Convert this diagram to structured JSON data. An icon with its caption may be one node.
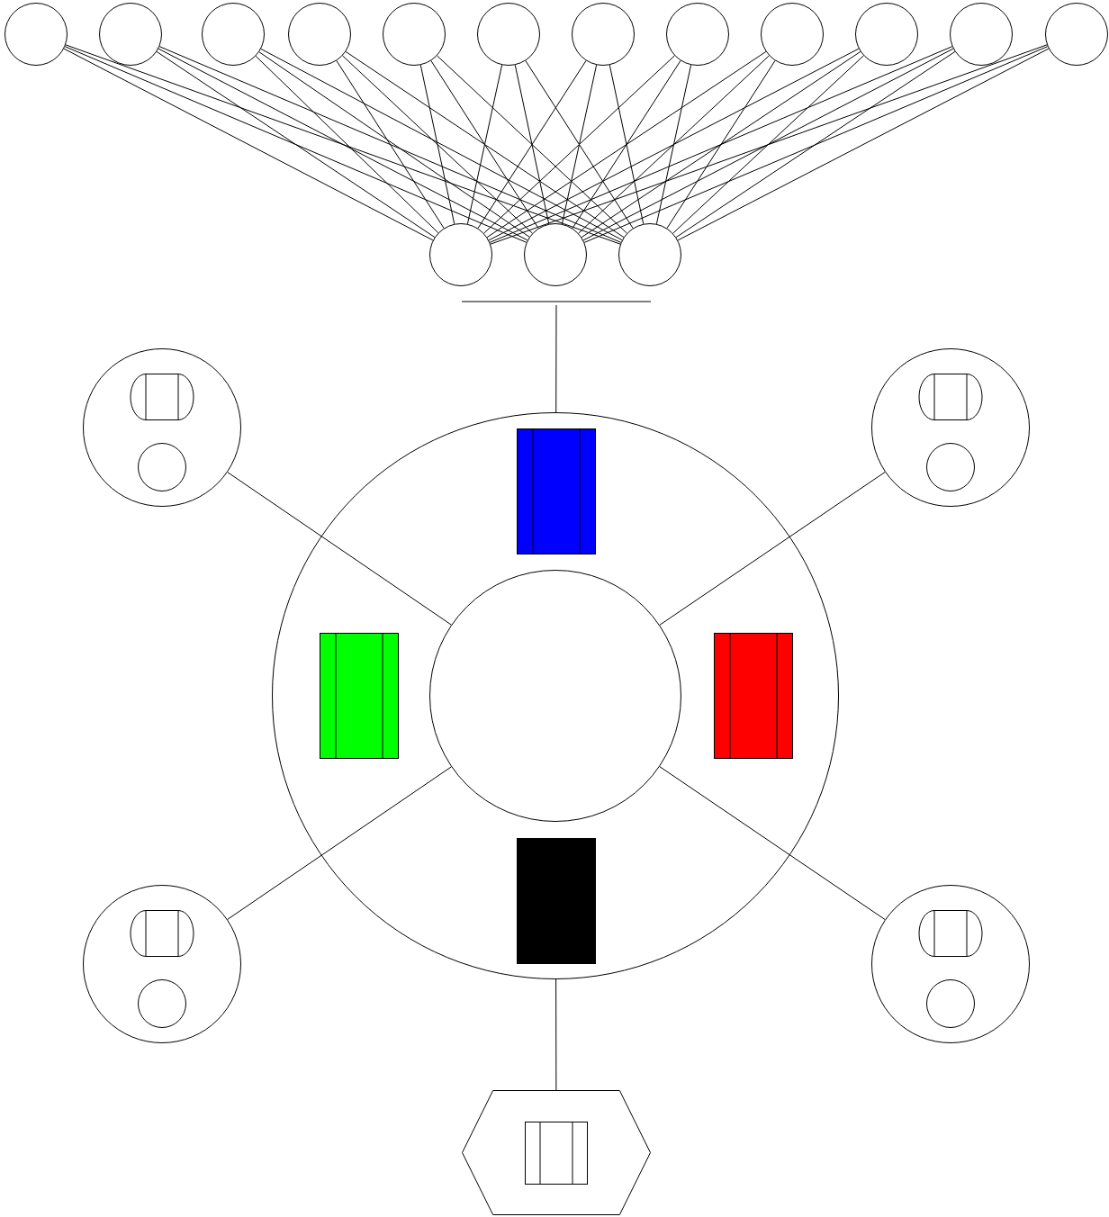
{
  "diagram": {
    "nodes": [
      {
        "text": [],
        "shape": "circle"
      },
      {
        "text": [],
        "shape": "circle"
      },
      {
        "text": [],
        "shape": "circle"
      },
      {
        "text": [],
        "shape": "circle"
      },
      {
        "text": [],
        "shape": "circle"
      },
      {
        "text": [],
        "shape": "circle"
      },
      {
        "text": [],
        "shape": "circle"
      },
      {
        "text": [],
        "shape": "circle"
      },
      {
        "text": [],
        "shape": "circle"
      },
      {
        "text": [],
        "shape": "circle"
      },
      {
        "text": [],
        "shape": "circle"
      },
      {
        "text": [],
        "shape": "circle"
      },
      {
        "text": [],
        "shape": "circle"
      },
      {
        "text": [],
        "shape": "circle"
      },
      {
        "text": [],
        "shape": "circle"
      },
      {
        "text": [],
        "shape": "bar"
      },
      {
        "text": [],
        "shape": "circle"
      },
      {
        "text": [],
        "shape": "capsule",
        "in": 16
      },
      {
        "text": [],
        "shape": "circle",
        "in": 16
      },
      {
        "text": [],
        "shape": "circle"
      },
      {
        "text": [],
        "shape": "capsule",
        "in": 19
      },
      {
        "text": [],
        "shape": "circle",
        "in": 19
      },
      {
        "text": [],
        "shape": "circle"
      },
      {
        "text": [],
        "shape": "box",
        "in": 22
      },
      {
        "text": [],
        "shape": "box",
        "in": 22
      },
      {
        "text": [],
        "shape": "circle",
        "in": 22
      },
      {
        "text": [],
        "shape": "box",
        "in": 22
      },
      {
        "text": [],
        "shape": "box",
        "in": 22
      },
      {
        "text": [],
        "shape": "circle"
      },
      {
        "text": [],
        "shape": "capsule",
        "in": 28
      },
      {
        "text": [],
        "shape": "circle",
        "in": 28
      },
      {
        "text": [],
        "shape": "circle"
      },
      {
        "text": [],
        "shape": "capsule",
        "in": 31
      },
      {
        "text": [],
        "shape": "circle",
        "in": 31
      },
      {
        "text": [],
        "shape": "hexagon"
      },
      {
        "text": [],
        "shape": "box",
        "in": 34
      }
    ],
    "edges": [
      {
        "from": 0,
        "to": 12,
        "arrow": "none"
      },
      {
        "from": 0,
        "to": 13,
        "arrow": "none"
      },
      {
        "from": 0,
        "to": 14,
        "arrow": "none"
      },
      {
        "from": 1,
        "to": 12,
        "arrow": "none"
      },
      {
        "from": 1,
        "to": 13,
        "arrow": "none"
      },
      {
        "from": 1,
        "to": 14,
        "arrow": "none"
      },
      {
        "from": 2,
        "to": 12,
        "arrow": "none"
      },
      {
        "from": 2,
        "to": 13,
        "arrow": "none"
      },
      {
        "from": 2,
        "to": 14,
        "arrow": "none"
      },
      {
        "from": 3,
        "to": 12,
        "arrow": "none"
      },
      {
        "from": 3,
        "to": 13,
        "arrow": "none"
      },
      {
        "from": 3,
        "to": 14,
        "arrow": "none"
      },
      {
        "from": 4,
        "to": 12,
        "arrow": "none"
      },
      {
        "from": 4,
        "to": 13,
        "arrow": "none"
      },
      {
        "from": 4,
        "to": 14,
        "arrow": "none"
      },
      {
        "from": 5,
        "to": 12,
        "arrow": "none"
      },
      {
        "from": 5,
        "to": 13,
        "arrow": "none"
      },
      {
        "from": 5,
        "to": 14,
        "arrow": "none"
      },
      {
        "from": 6,
        "to": 12,
        "arrow": "none"
      },
      {
        "from": 6,
        "to": 13,
        "arrow": "none"
      },
      {
        "from": 6,
        "to": 14,
        "arrow": "none"
      },
      {
        "from": 7,
        "to": 12,
        "arrow": "none"
      },
      {
        "from": 7,
        "to": 13,
        "arrow": "none"
      },
      {
        "from": 7,
        "to": 14,
        "arrow": "none"
      },
      {
        "from": 8,
        "to": 12,
        "arrow": "none"
      },
      {
        "from": 8,
        "to": 13,
        "arrow": "none"
      },
      {
        "from": 8,
        "to": 14,
        "arrow": "none"
      },
      {
        "from": 9,
        "to": 12,
        "arrow": "none"
      },
      {
        "from": 9,
        "to": 13,
        "arrow": "none"
      },
      {
        "from": 9,
        "to": 14,
        "arrow": "none"
      },
      {
        "from": 10,
        "to": 12,
        "arrow": "none"
      },
      {
        "from": 10,
        "to": 13,
        "arrow": "none"
      },
      {
        "from": 10,
        "to": 14,
        "arrow": "none"
      },
      {
        "from": 11,
        "to": 12,
        "arrow": "none"
      },
      {
        "from": 11,
        "to": 13,
        "arrow": "none"
      },
      {
        "from": 11,
        "to": 14,
        "arrow": "none"
      },
      {
        "from": 15,
        "to": 22,
        "arrow": "none"
      },
      {
        "from": 16,
        "to": 25,
        "arrow": "none"
      },
      {
        "from": 19,
        "to": 25,
        "arrow": "none"
      },
      {
        "from": 28,
        "to": 25,
        "arrow": "none"
      },
      {
        "from": 31,
        "to": 25,
        "arrow": "none"
      },
      {
        "from": 22,
        "to": 34,
        "arrow": "none"
      }
    ]
  }
}
